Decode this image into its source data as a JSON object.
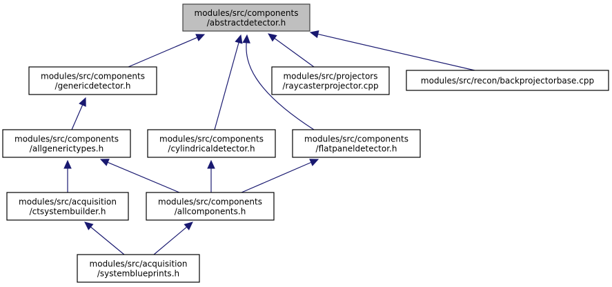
{
  "diagram": {
    "type": "include-dependency-graph",
    "edge_color": "#191970",
    "root_fill": "#bfbfbf",
    "node_fill": "#ffffff",
    "nodes": [
      {
        "id": "abstractdetector",
        "lines": [
          "modules/src/components",
          "/abstractdetector.h"
        ],
        "root": true
      },
      {
        "id": "genericdetector",
        "lines": [
          "modules/src/components",
          "/genericdetector.h"
        ]
      },
      {
        "id": "raycasterprojector",
        "lines": [
          "modules/src/projectors",
          "/raycasterprojector.cpp"
        ]
      },
      {
        "id": "backprojectorbase",
        "lines": [
          "modules/src/recon/backprojectorbase.cpp"
        ]
      },
      {
        "id": "allgenerictypes",
        "lines": [
          "modules/src/components",
          "/allgenerictypes.h"
        ]
      },
      {
        "id": "cylindricaldetector",
        "lines": [
          "modules/src/components",
          "/cylindricaldetector.h"
        ]
      },
      {
        "id": "flatpaneldetector",
        "lines": [
          "modules/src/components",
          "/flatpaneldetector.h"
        ]
      },
      {
        "id": "ctsystembuilder",
        "lines": [
          "modules/src/acquisition",
          "/ctsystembuilder.h"
        ]
      },
      {
        "id": "allcomponents",
        "lines": [
          "modules/src/components",
          "/allcomponents.h"
        ]
      },
      {
        "id": "systemblueprints",
        "lines": [
          "modules/src/acquisition",
          "/systemblueprints.h"
        ]
      }
    ],
    "edges": [
      {
        "from": "genericdetector",
        "to": "abstractdetector"
      },
      {
        "from": "cylindricaldetector",
        "to": "abstractdetector"
      },
      {
        "from": "flatpaneldetector",
        "to": "abstractdetector"
      },
      {
        "from": "raycasterprojector",
        "to": "abstractdetector"
      },
      {
        "from": "backprojectorbase",
        "to": "abstractdetector"
      },
      {
        "from": "allgenerictypes",
        "to": "genericdetector"
      },
      {
        "from": "ctsystembuilder",
        "to": "allgenerictypes"
      },
      {
        "from": "allcomponents",
        "to": "allgenerictypes"
      },
      {
        "from": "allcomponents",
        "to": "cylindricaldetector"
      },
      {
        "from": "allcomponents",
        "to": "flatpaneldetector"
      },
      {
        "from": "systemblueprints",
        "to": "ctsystembuilder"
      },
      {
        "from": "systemblueprints",
        "to": "allcomponents"
      }
    ]
  }
}
